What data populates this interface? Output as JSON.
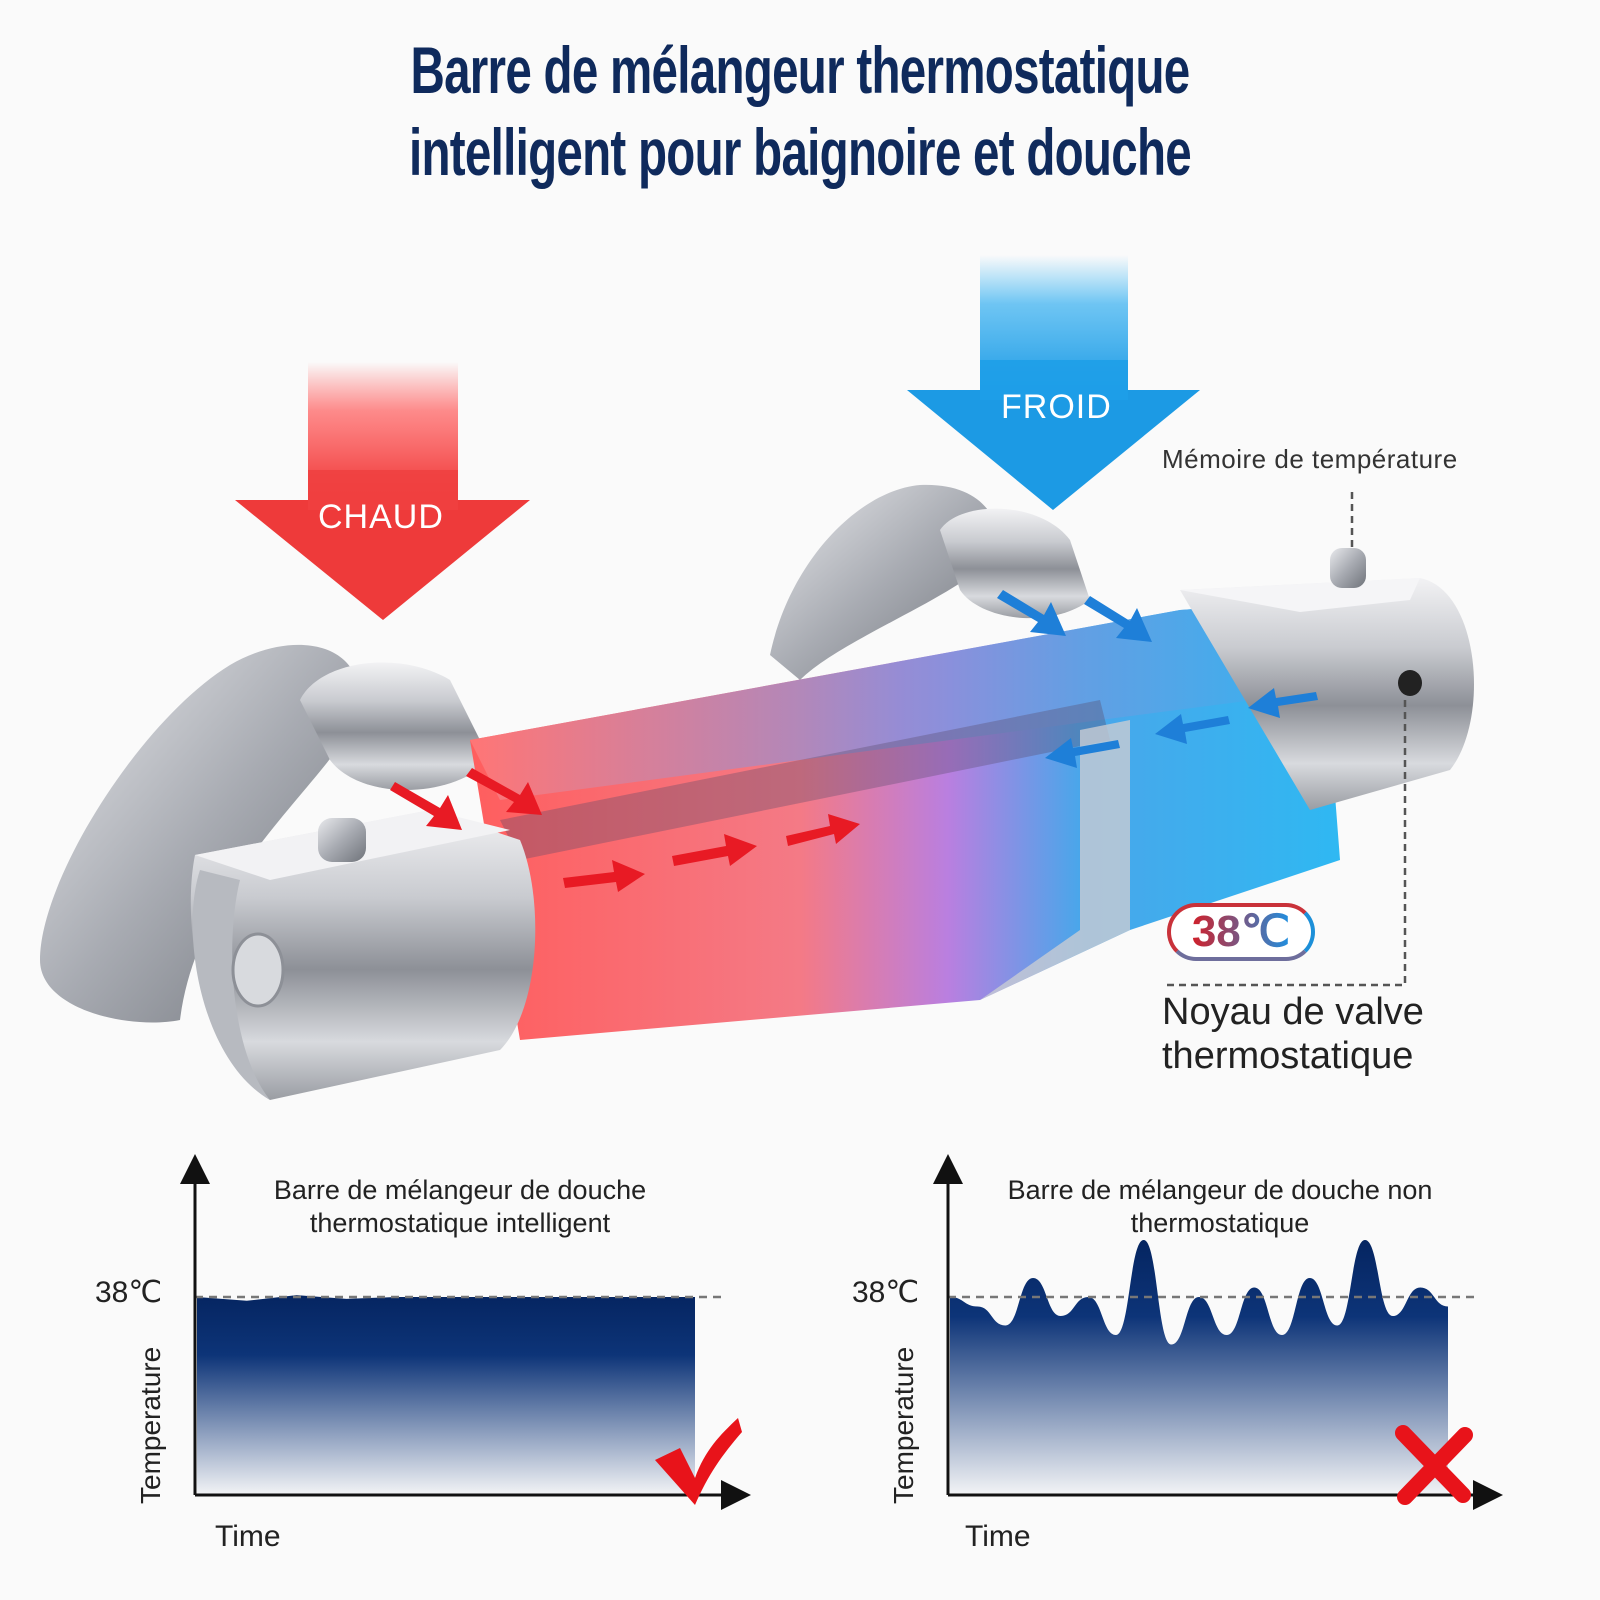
{
  "title_lines": [
    "Barre de mélangeur thermostatique",
    "intelligent pour baignoire et douche"
  ],
  "arrows": {
    "hot_label": "CHAUD",
    "cold_label": "FROID"
  },
  "callouts": {
    "memory": "Mémoire de température",
    "core_line1": "Noyau de valve",
    "core_line2": "thermostatique",
    "badge_temp": "38℃"
  },
  "colors": {
    "title": "#0f2a5c",
    "hot": "#f04848",
    "cold": "#1ea2ea",
    "chart_fill": "#0a2a66",
    "mark": "#e8131a"
  },
  "chart_data": [
    {
      "type": "area",
      "title": "Barre de mélangeur de douche thermostatique intelligent",
      "ylabel": "Temperature",
      "xlabel": "Time",
      "reference_label": "38℃",
      "reference_value": 38,
      "verdict_icon": "checkmark-icon",
      "y": [
        38,
        37.6,
        38.2,
        37.8,
        38,
        38,
        38,
        38,
        38,
        38,
        38
      ]
    },
    {
      "type": "area",
      "title": "Barre de mélangeur de douche non thermostatique",
      "ylabel": "Temperature",
      "xlabel": "Time",
      "reference_label": "38℃",
      "reference_value": 38,
      "verdict_icon": "cross-icon",
      "y": [
        38,
        37,
        35,
        40,
        36,
        38,
        34,
        44,
        33,
        38,
        34,
        39,
        34,
        40,
        35,
        44,
        36,
        39,
        37
      ]
    }
  ]
}
